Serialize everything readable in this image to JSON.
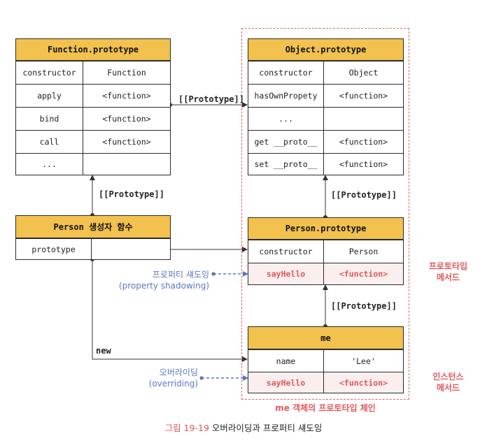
{
  "objects": {
    "function_prototype": {
      "title": "Function.prototype",
      "rows": [
        {
          "key": "constructor",
          "value": "Function"
        },
        {
          "key": "apply",
          "value": "<function>"
        },
        {
          "key": "bind",
          "value": "<function>"
        },
        {
          "key": "call",
          "value": "<function>"
        },
        {
          "key": "...",
          "value": ""
        }
      ]
    },
    "object_prototype": {
      "title": "Object.prototype",
      "rows": [
        {
          "key": "constructor",
          "value": "Object"
        },
        {
          "key": "hasOwnPropety",
          "value": "<function>"
        },
        {
          "key": "...",
          "value": ""
        },
        {
          "key": "get __proto__",
          "value": "<function>"
        },
        {
          "key": "set __proto__",
          "value": "<function>"
        }
      ]
    },
    "person_constructor": {
      "title": "Person 생성자 함수",
      "rows": [
        {
          "key": "prototype",
          "value": ""
        }
      ]
    },
    "person_prototype": {
      "title": "Person.prototype",
      "rows": [
        {
          "key": "constructor",
          "value": "Person"
        },
        {
          "key": "sayHello",
          "value": "<function>"
        }
      ]
    },
    "me": {
      "title": "me",
      "rows": [
        {
          "key": "name",
          "value": "'Lee'"
        },
        {
          "key": "sayHello",
          "value": "<function>"
        }
      ]
    }
  },
  "links": {
    "prototype_1": "[[Prototype]]",
    "prototype_2": "[[Prototype]]",
    "prototype_3": "[[Prototype]]",
    "prototype_4": "[[Prototype]]",
    "new": "new"
  },
  "annotations": {
    "prototype_method": [
      "프로토타입",
      "메서드"
    ],
    "instance_method": [
      "인스턴스",
      "메서드"
    ],
    "property_shadowing": [
      "프로퍼티 섀도잉",
      "(property shadowing)"
    ],
    "overriding": [
      "오버라이딩",
      "(overriding)"
    ],
    "chain_label": "me 객체의 프로토타입 체인"
  },
  "caption": {
    "figure": "그림 19-19",
    "title": "오버라이딩과 프로퍼티 섀도잉"
  },
  "colors": {
    "header_fill": "#f2c14e",
    "accent_red": "#e0585a",
    "accent_blue": "#5b76c7",
    "highlight_row": "#fbeeee"
  }
}
